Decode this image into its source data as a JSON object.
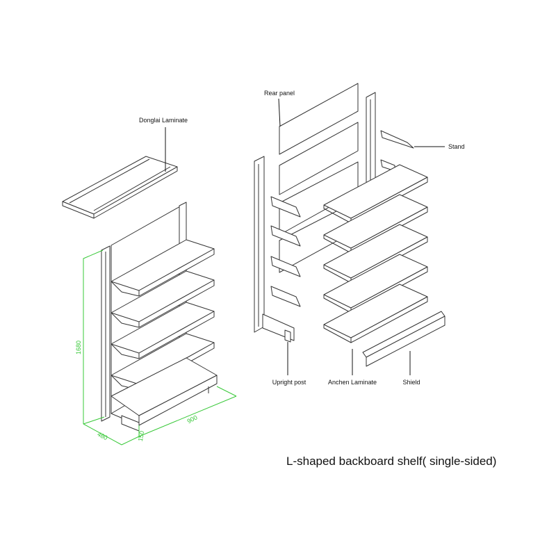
{
  "caption": "L-shaped backboard shelf( single-sided)",
  "labels": {
    "donglai_laminate": "Donglai Laminate",
    "rear_panel": "Rear panel",
    "stand": "Stand",
    "upright_post": "Upright post",
    "anchen_laminate": "Anchen Laminate",
    "shield": "Shield"
  },
  "dimensions": {
    "height": "1680",
    "base_depth": "480",
    "base_side": "150",
    "width": "900"
  },
  "colors": {
    "line": "#333333",
    "dimension": "#37c837",
    "text": "#111111"
  }
}
